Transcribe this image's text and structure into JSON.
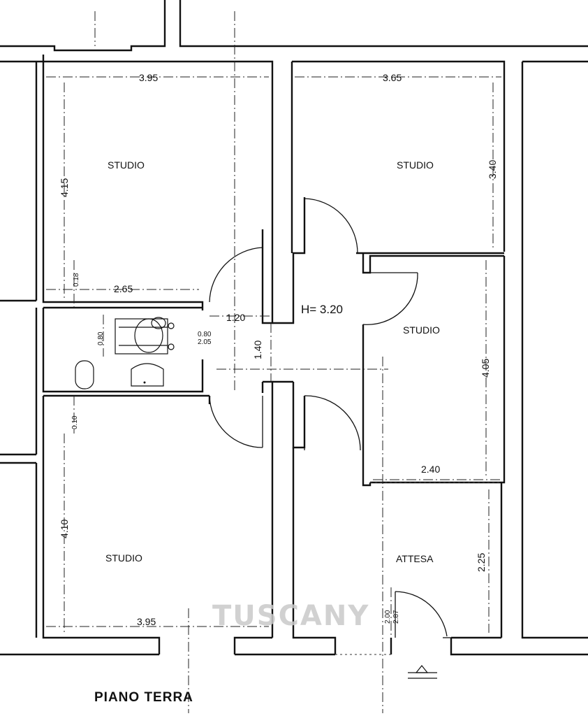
{
  "rooms": {
    "studio_top_left": "STUDIO",
    "studio_top_right": "STUDIO",
    "studio_mid_right": "STUDIO",
    "studio_bottom_left": "STUDIO",
    "attesa": "ATTESA"
  },
  "height_label": "H= 3.20",
  "dimensions": {
    "top_left_width": "3.95",
    "top_left_height": "4.15",
    "top_right_width": "3.65",
    "top_right_height": "3.40",
    "bath_width": "2.65",
    "bath_wall": "0.18",
    "corridor_width": "1.20",
    "corridor_length": "1.40",
    "bath_depth": "0.80",
    "door_bath_w": "0.80",
    "door_bath_h": "2.05",
    "mid_right_height": "4.05",
    "mid_right_width": "2.40",
    "lower_wall": "0.10",
    "bottom_left_height": "4.10",
    "bottom_left_width": "3.95",
    "attesa_height": "2.25",
    "entry_door_w": "2.00",
    "entry_door_h": "2.87"
  },
  "title": "PIANO TERRA",
  "watermark": "TUSCANY"
}
